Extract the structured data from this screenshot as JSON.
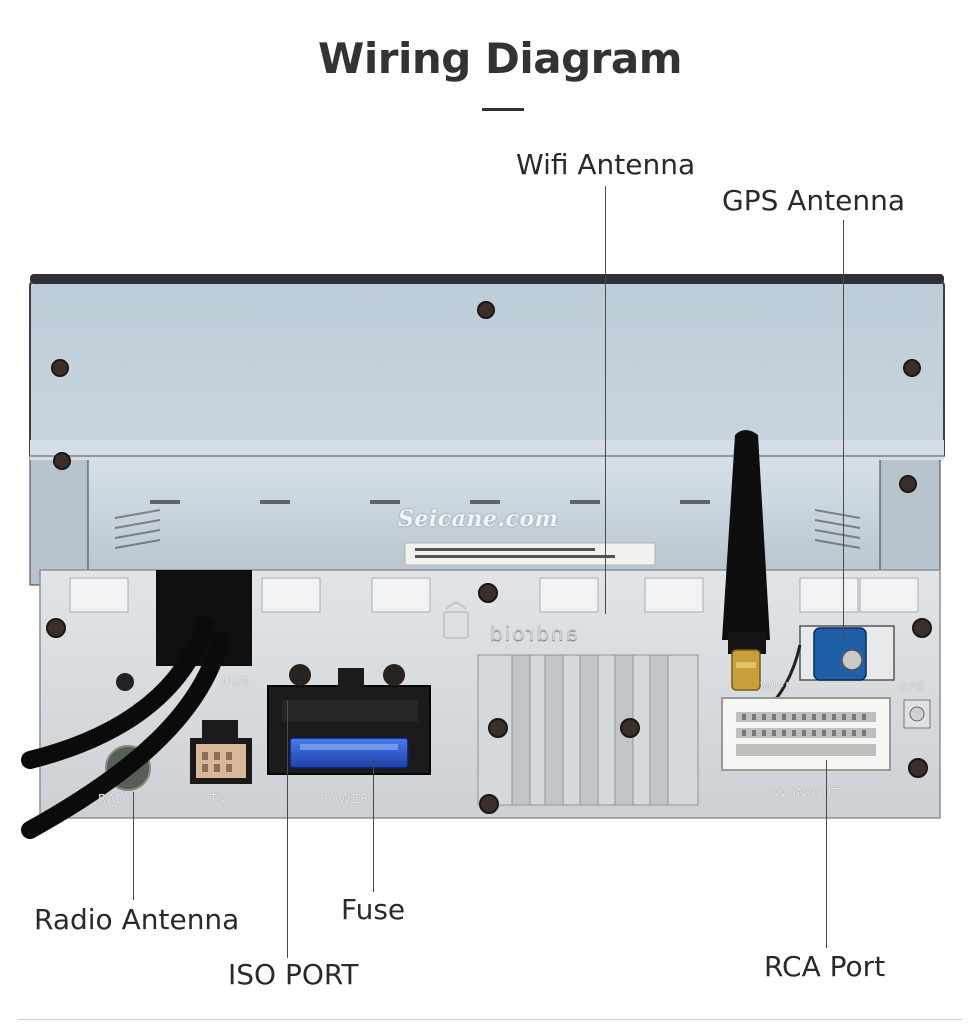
{
  "diagram": {
    "title": "Wiring Diagram",
    "watermark": "Seicane.com",
    "brand_text": "android",
    "callouts": {
      "wifi_antenna": "Wifi Antenna",
      "gps_antenna": "GPS Antenna",
      "radio_antenna": "Radio Antenna",
      "fuse": "Fuse",
      "iso_port": "ISO PORT",
      "rca_port": "RCA Port"
    },
    "port_labels": {
      "radio": "RADIO",
      "tv": "TV",
      "usb": "USB",
      "power": "POWER",
      "wifi": "WIFI",
      "gps": "GPS",
      "av_in_out": "AV IN/OUT"
    },
    "colors": {
      "chassis": "#c6d3dc",
      "panel": "#d7dadd",
      "connector": "#1c1c1c",
      "fuse": "#2a56c8",
      "gps_plug": "#1f5fa8",
      "antenna": "#111111",
      "rca_block": "#f5f5f3"
    }
  }
}
